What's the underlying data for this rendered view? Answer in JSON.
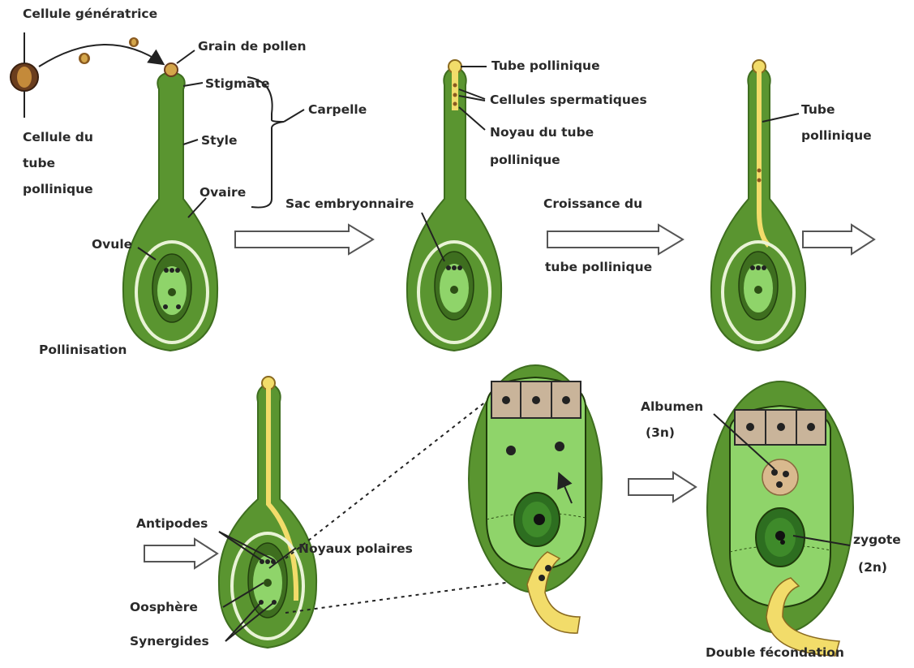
{
  "labels": {
    "cellule_generatrice": "Cellule génératrice",
    "grain_de_pollen": "Grain de pollen",
    "stigmate": "Stigmate",
    "carpelle": "Carpelle",
    "style": "Style",
    "ovaire": "Ovaire",
    "cellule_du_tube_1": "Cellule du",
    "cellule_du_tube_2": "tube",
    "cellule_du_tube_3": "pollinique",
    "ovule": "Ovule",
    "pollinisation": "Pollinisation",
    "tube_pollinique": "Tube pollinique",
    "cellules_spermatiques": "Cellules spermatiques",
    "noyau_du_tube_1": "Noyau du tube",
    "noyau_du_tube_2": "pollinique",
    "sac_embryonnaire": "Sac embryonnaire",
    "croissance_1": "Croissance du",
    "croissance_2": "tube pollinique",
    "tube_1": "Tube",
    "tube_2": "pollinique",
    "antipodes": "Antipodes",
    "noyaux_polaires": "Noyaux polaires",
    "oosphere": "Oosphère",
    "synergides": "Synergides",
    "albumen_1": "Albumen",
    "albumen_2": "(3n)",
    "zygote_1": "zygote",
    "zygote_2": "(2n)",
    "double_fecondation": "Double fécondation"
  },
  "colors": {
    "pistil_dark": "#4f8a2a",
    "pistil_mid": "#6aa33a",
    "sac_light": "#8fd46a",
    "ovule_outline": "#2d4f15",
    "pollen_tube": "#f2dc6a",
    "pollen_brown": "#6b3e1e",
    "antipode_fill": "#c9b49a",
    "albumen_fill": "#d9b98e",
    "text": "#2a2a2a"
  }
}
